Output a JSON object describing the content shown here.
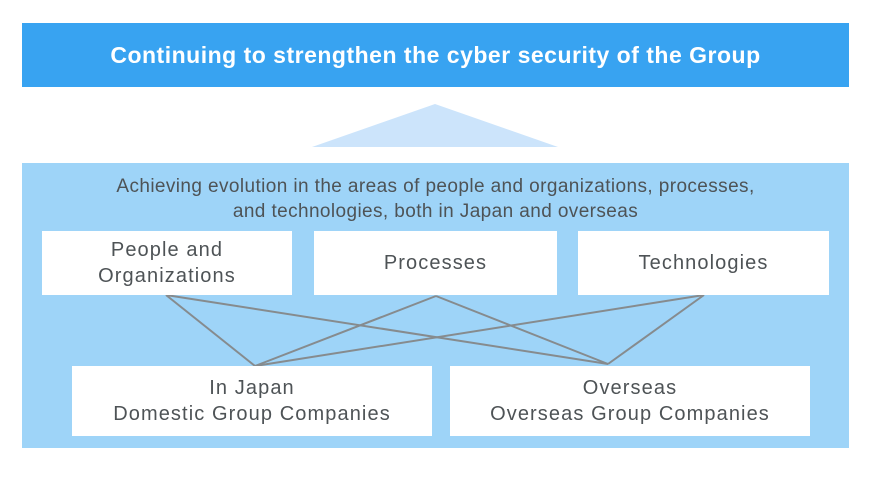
{
  "colors": {
    "header_bg": "#38A3F1",
    "header_text": "#FFFFFF",
    "panel_bg": "#9ED4F8",
    "triangle_fill": "#CCE4FB",
    "box_bg": "#FFFFFF",
    "text_dark": "#4E5356",
    "connector": "#868B8E"
  },
  "header": {
    "title": "Continuing to strengthen the cyber security of the Group"
  },
  "panel": {
    "heading": "Achieving evolution in the areas of people and organizations, processes,\nand technologies, both in Japan and overseas",
    "area_boxes": [
      {
        "id": "people-and-organizations",
        "label": "People and\nOrganizations"
      },
      {
        "id": "processes",
        "label": "Processes"
      },
      {
        "id": "technologies",
        "label": "Technologies"
      }
    ],
    "region_boxes": [
      {
        "id": "in-japan",
        "label": "In Japan\nDomestic Group Companies"
      },
      {
        "id": "overseas",
        "label": "Overseas\nOverseas Group Companies"
      }
    ],
    "connections": [
      [
        "people-and-organizations",
        "in-japan"
      ],
      [
        "people-and-organizations",
        "overseas"
      ],
      [
        "processes",
        "in-japan"
      ],
      [
        "processes",
        "overseas"
      ],
      [
        "technologies",
        "in-japan"
      ],
      [
        "technologies",
        "overseas"
      ]
    ]
  }
}
